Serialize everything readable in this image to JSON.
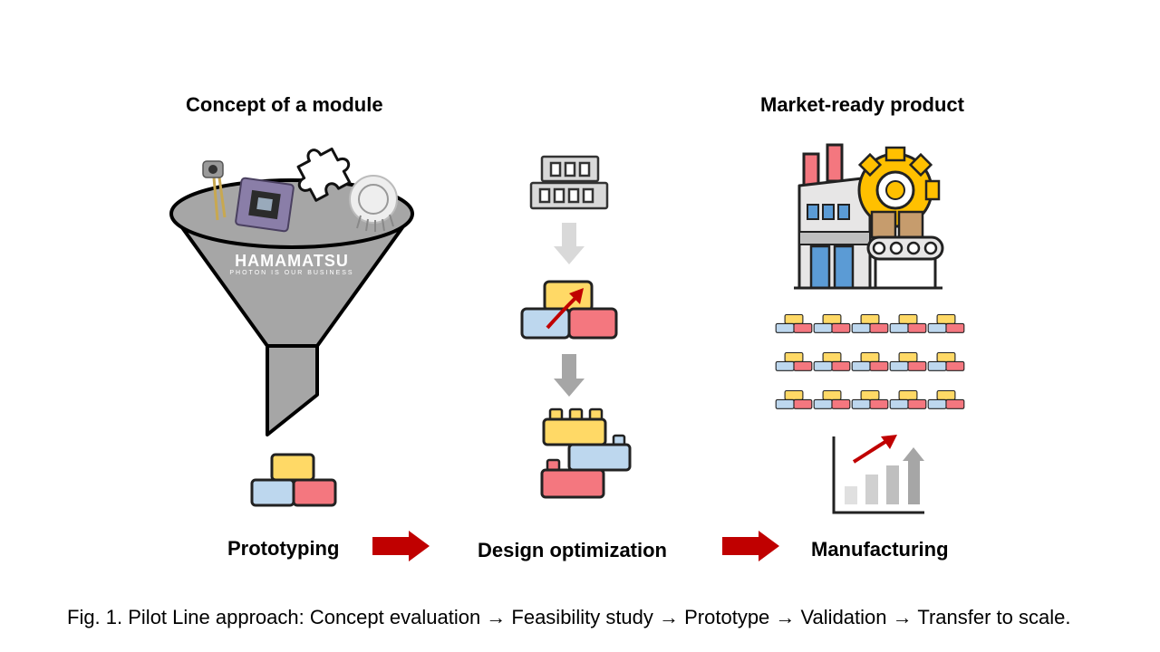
{
  "titles": {
    "left": "Concept of a module",
    "right": "Market-ready product"
  },
  "funnel": {
    "brand": "HAMAMATSU",
    "tagline": "PHOTON IS OUR BUSINESS"
  },
  "stages": {
    "s1": "Prototyping",
    "s2": "Design optimization",
    "s3": "Manufacturing"
  },
  "caption": "Fig. 1. Pilot Line approach: Concept evaluation → Feasibility study → Prototype → Validation → Transfer to scale.",
  "colors": {
    "funnel": "#a6a6a6",
    "arrow_red": "#c00000",
    "arrow_gray": "#bfbfbf",
    "brick_yellow": "#ffd966",
    "brick_blue": "#bdd7ee",
    "brick_red": "#f4777f"
  },
  "icons": [
    "photodiode-icon",
    "sensor-chip-icon",
    "puzzle-icon",
    "photomultiplier-icon",
    "brick-wall-icon",
    "factory-icon",
    "gear-icon",
    "growth-chart-icon"
  ]
}
